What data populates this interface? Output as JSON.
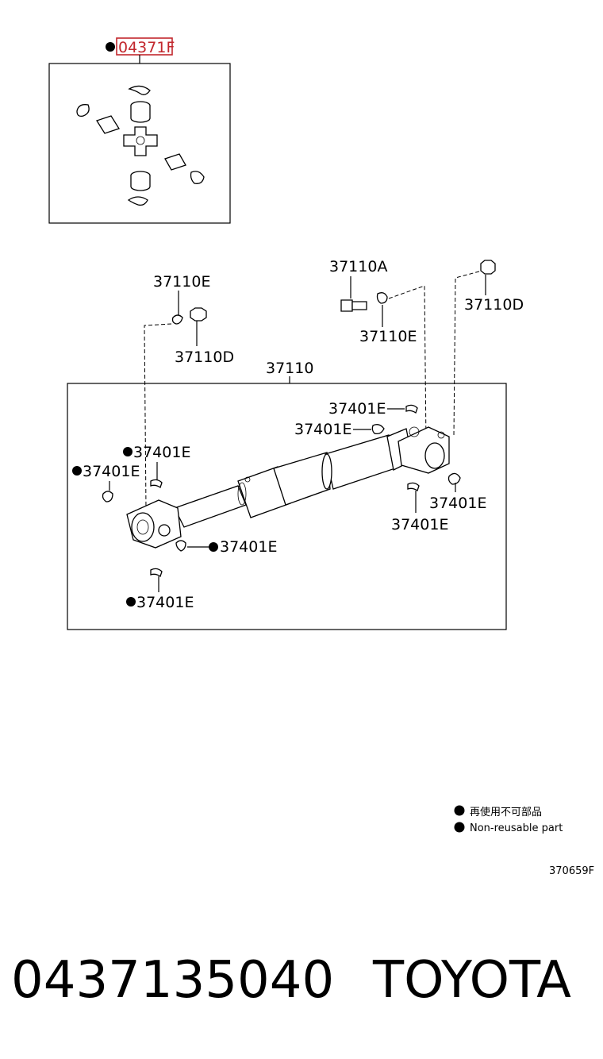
{
  "kit_label": "04371F",
  "labels": {
    "l37110E_top": "37110E",
    "l37110D_left": "37110D",
    "l37110A": "37110A",
    "l37110E_mid": "37110E",
    "l37110D_right": "37110D",
    "l37110": "37110",
    "l37401E_a": "37401E",
    "l37401E_b": "37401E",
    "l37401E_c": "37401E",
    "l37401E_d": "37401E",
    "l37401E_e": "37401E",
    "l37401E_f": "37401E",
    "l37401E_g": "37401E",
    "l37401E_h": "37401E"
  },
  "legend": {
    "jp": "再使用不可部品",
    "en": "Non-reusable part"
  },
  "diagram_code": "370659F",
  "footer": {
    "part_number": "0437135040",
    "brand": "TOYOTA"
  }
}
